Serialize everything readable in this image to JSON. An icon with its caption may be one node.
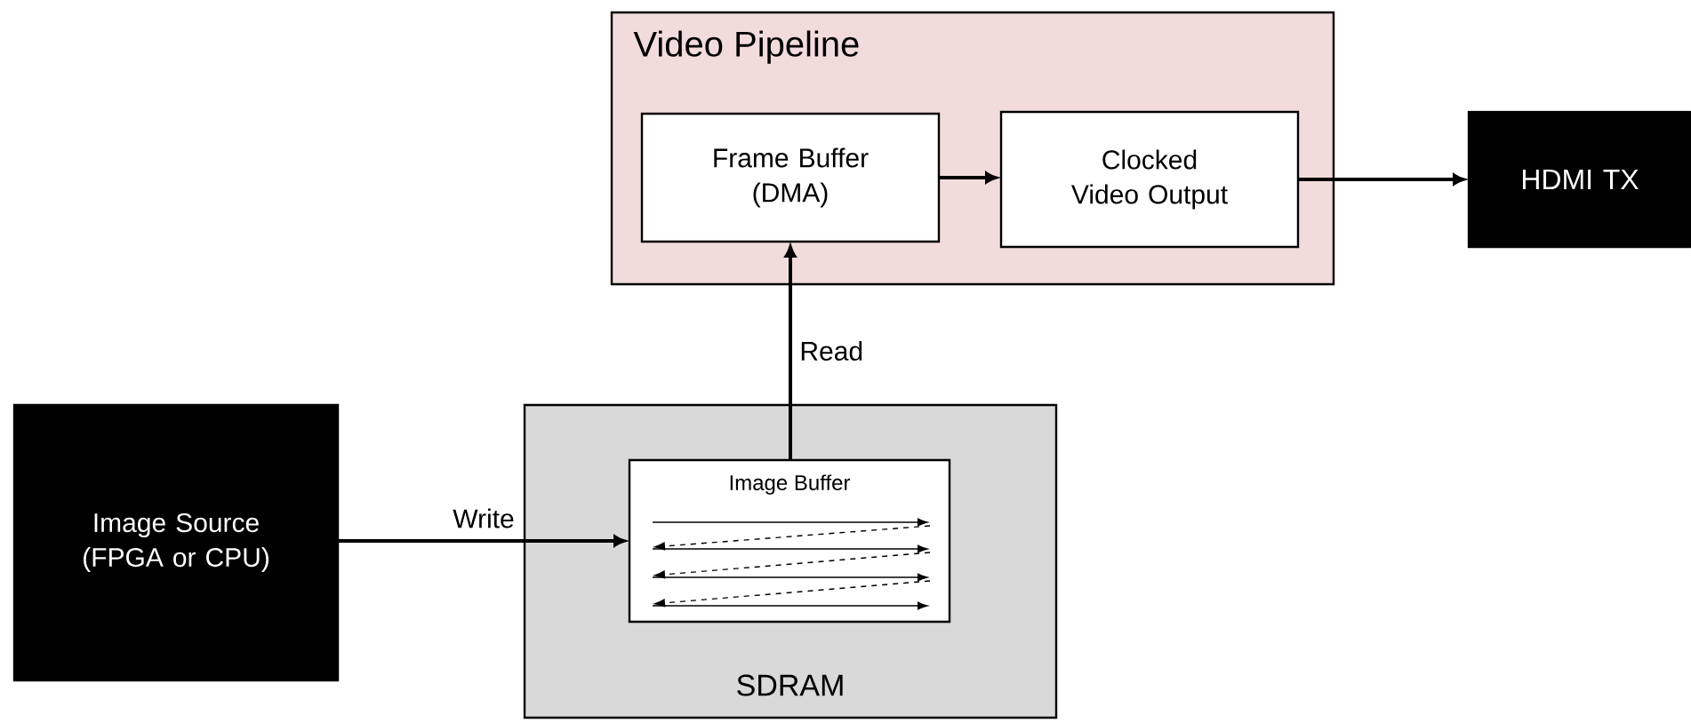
{
  "diagram": {
    "nodes": [
      {
        "text": [
          "Video Pipeline"
        ]
      },
      {
        "text": [
          "Frame Buffer (DMA)"
        ],
        "in": 0
      },
      {
        "text": [
          "Clocked Video Output"
        ],
        "in": 0
      },
      {
        "text": [
          "HDMI TX"
        ]
      },
      {
        "text": [
          "Image Source (FPGA or CPU)"
        ]
      },
      {
        "text": [
          "SDRAM"
        ]
      },
      {
        "text": [
          "Image Buffer"
        ],
        "in": 5
      }
    ],
    "edges": [
      {
        "from": 1,
        "to": 2,
        "arrow": "to"
      },
      {
        "from": 2,
        "to": 3,
        "arrow": "to"
      },
      {
        "from": 6,
        "to": 1,
        "arrow": "to",
        "label": "Read"
      },
      {
        "from": 4,
        "to": 6,
        "arrow": "to",
        "label": "Write"
      }
    ]
  }
}
